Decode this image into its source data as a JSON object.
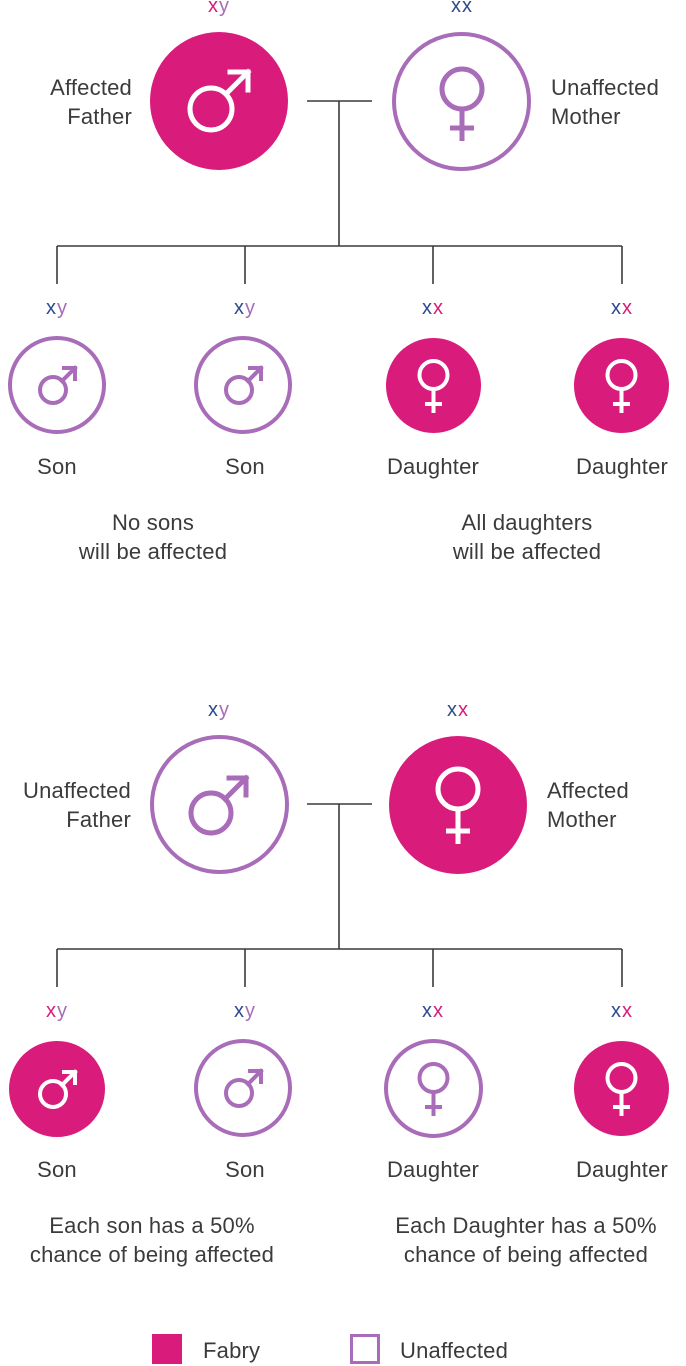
{
  "panel1": {
    "father": {
      "label": "Affected\nFather",
      "chromosomes": [
        "x",
        "y"
      ]
    },
    "mother": {
      "label": "Unaffected\nMother",
      "chromosomes": [
        "x",
        "x"
      ]
    },
    "children": [
      {
        "label": "Son",
        "chromosomes": [
          "x",
          "y"
        ]
      },
      {
        "label": "Son",
        "chromosomes": [
          "x",
          "y"
        ]
      },
      {
        "label": "Daughter",
        "chromosomes": [
          "x",
          "x"
        ]
      },
      {
        "label": "Daughter",
        "chromosomes": [
          "x",
          "x"
        ]
      }
    ],
    "note_left": "No sons\nwill be affected",
    "note_right": "All daughters\nwill be affected"
  },
  "panel2": {
    "father": {
      "label": "Unaffected\nFather",
      "chromosomes": [
        "x",
        "y"
      ]
    },
    "mother": {
      "label": "Affected\nMother",
      "chromosomes": [
        "x",
        "x"
      ]
    },
    "children": [
      {
        "label": "Son",
        "chromosomes": [
          "x",
          "y"
        ]
      },
      {
        "label": "Son",
        "chromosomes": [
          "x",
          "y"
        ]
      },
      {
        "label": "Daughter",
        "chromosomes": [
          "x",
          "x"
        ]
      },
      {
        "label": "Daughter",
        "chromosomes": [
          "x",
          "x"
        ]
      }
    ],
    "note_left": "Each son has a 50%\nchance of being affected",
    "note_right": "Each Daughter has a 50%\nchance of being affected"
  },
  "legend": {
    "fabry": "Fabry",
    "unaffected": "Unaffected"
  },
  "colors": {
    "affected": "#d91b7b",
    "unaffected_outline": "#a86cb8",
    "x_normal": "#2d4b8e",
    "x_affected": "#d91b7b",
    "y": "#a86cb8",
    "lines": "#3a3a3a"
  }
}
